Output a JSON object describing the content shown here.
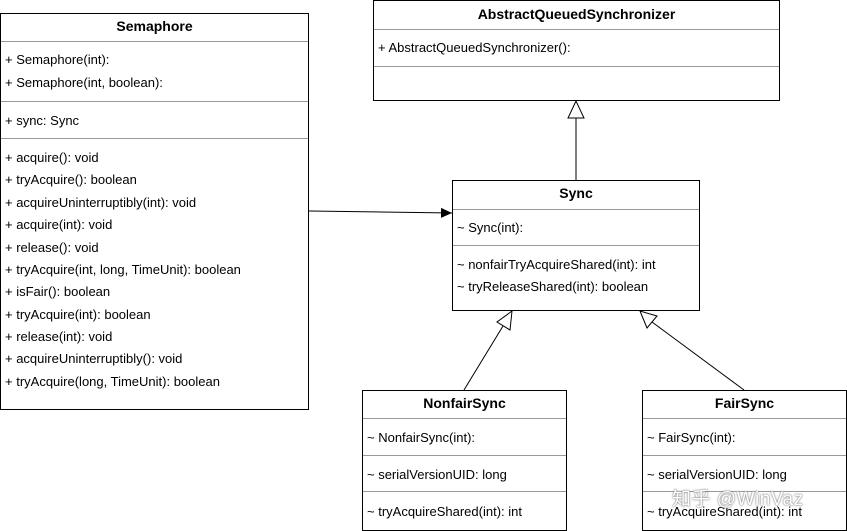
{
  "diagram": {
    "classes": {
      "semaphore": {
        "name": "Semaphore",
        "constructors": [
          "+ Semaphore(int):",
          "+ Semaphore(int, boolean):"
        ],
        "fields": [
          "+ sync: Sync"
        ],
        "methods": [
          "+ acquire(): void",
          "+ tryAcquire(): boolean",
          "+ acquireUninterruptibly(int): void",
          "+ acquire(int): void",
          "+ release(): void",
          "+ tryAcquire(int, long, TimeUnit): boolean",
          "+ isFair(): boolean",
          "+ tryAcquire(int): boolean",
          "+ release(int): void",
          "+ acquireUninterruptibly(): void",
          "+ tryAcquire(long, TimeUnit): boolean"
        ]
      },
      "aqs": {
        "name": "AbstractQueuedSynchronizer",
        "constructors": [
          "+ AbstractQueuedSynchronizer():"
        ],
        "fields": []
      },
      "sync": {
        "name": "Sync",
        "constructors": [
          "~ Sync(int):"
        ],
        "methods": [
          "~ nonfairTryAcquireShared(int): int",
          "~ tryReleaseShared(int): boolean"
        ]
      },
      "nonfair_sync": {
        "name": "NonfairSync",
        "constructors": [
          "~ NonfairSync(int):"
        ],
        "fields": [
          "~ serialVersionUID: long"
        ],
        "methods": [
          "~ tryAcquireShared(int): int"
        ]
      },
      "fair_sync": {
        "name": "FairSync",
        "constructors": [
          "~ FairSync(int):"
        ],
        "fields": [
          "~ serialVersionUID: long"
        ],
        "methods": [
          "~ tryAcquireShared(int): int"
        ]
      }
    },
    "relations": [
      {
        "from": "Semaphore",
        "to": "Sync",
        "type": "association"
      },
      {
        "from": "Sync",
        "to": "AbstractQueuedSynchronizer",
        "type": "inheritance"
      },
      {
        "from": "NonfairSync",
        "to": "Sync",
        "type": "inheritance"
      },
      {
        "from": "FairSync",
        "to": "Sync",
        "type": "inheritance"
      }
    ]
  },
  "watermark": "知乎 @WinVaz"
}
